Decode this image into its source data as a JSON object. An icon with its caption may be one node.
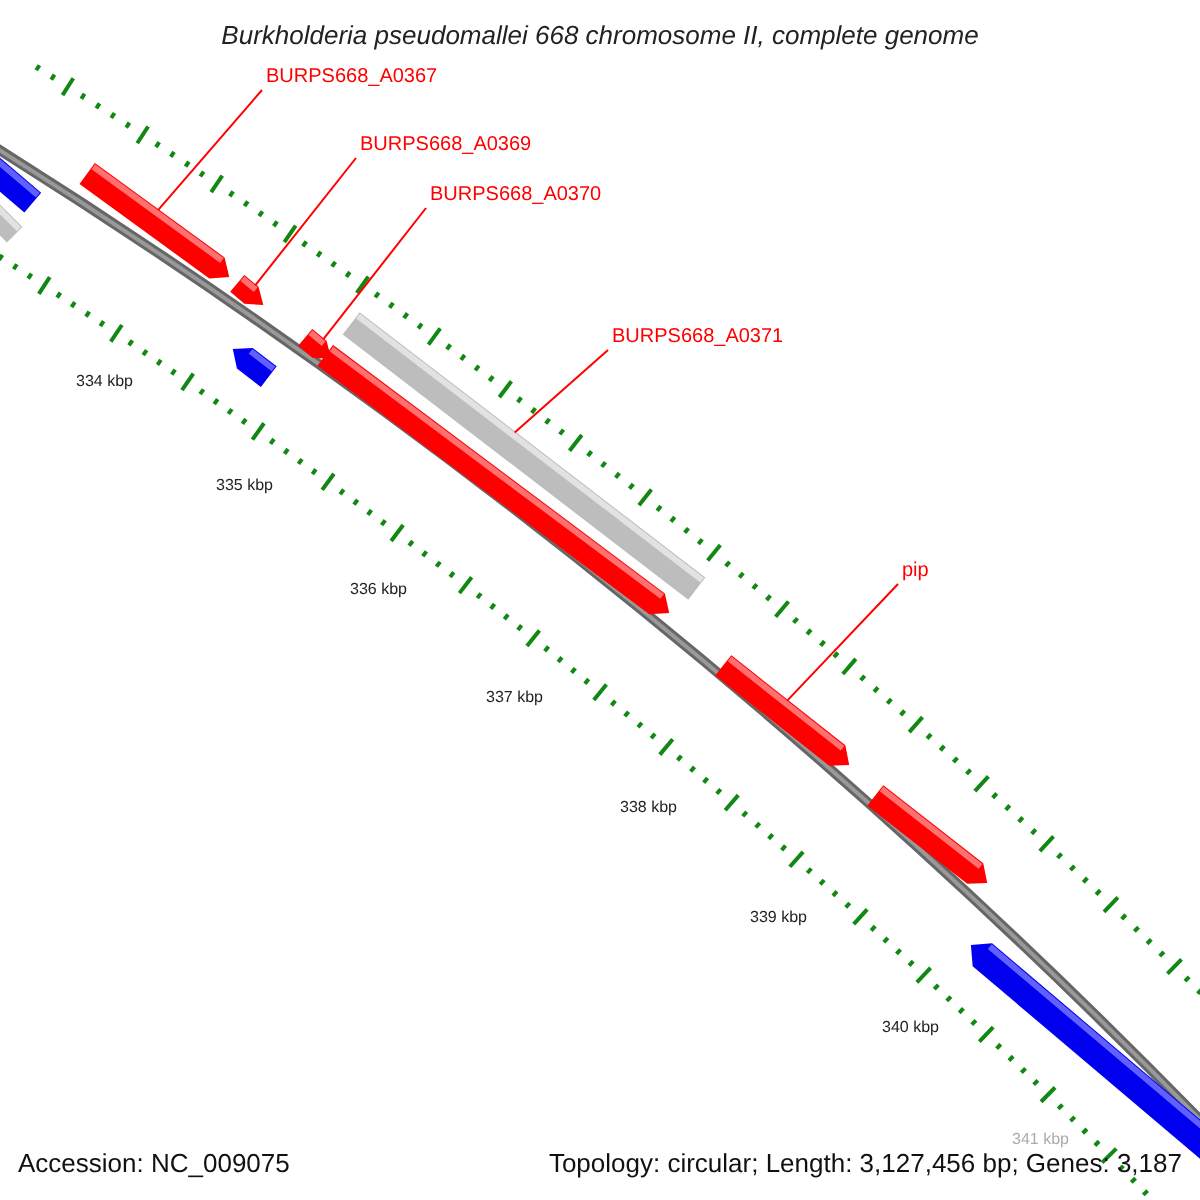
{
  "diagram": {
    "title": "Burkholderia pseudomallei 668 chromosome II, complete genome",
    "nodes": [
      {
        "text": [
          "BURPS668_A0367"
        ]
      },
      {
        "text": [
          "BURPS668_A0369"
        ]
      },
      {
        "text": [
          "BURPS668_A0370"
        ]
      },
      {
        "text": [
          "BURPS668_A0371"
        ]
      },
      {
        "text": [
          "pip"
        ]
      },
      {
        "text": [],
        "shape": "bar"
      },
      {
        "text": [],
        "shape": "bar"
      },
      {
        "text": [],
        "shape": "bar"
      },
      {
        "text": [],
        "shape": "bar"
      },
      {
        "text": [],
        "shape": "bar"
      },
      {
        "text": [],
        "shape": "bar"
      },
      {
        "text": [],
        "shape": "bar"
      },
      {
        "text": [],
        "shape": "bar"
      },
      {
        "text": [],
        "shape": "bar"
      },
      {
        "text": [],
        "shape": "bar"
      },
      {
        "text": [],
        "shape": "bar"
      }
    ],
    "edges": [
      {
        "from": 0,
        "to": 7,
        "arrow": "none"
      },
      {
        "from": 1,
        "to": 8,
        "arrow": "none"
      },
      {
        "from": 2,
        "to": 10,
        "arrow": "none"
      },
      {
        "from": 3,
        "to": 12,
        "arrow": "none"
      },
      {
        "from": 4,
        "to": 13,
        "arrow": "none"
      }
    ],
    "labels": [
      "334 kbp",
      "335 kbp",
      "336 kbp",
      "337 kbp",
      "338 kbp",
      "339 kbp",
      "340 kbp",
      "341 kbp",
      "Accession: NC_009075",
      "Topology: circular; Length: 3,127,456 bp; Genes: 3,187"
    ]
  }
}
